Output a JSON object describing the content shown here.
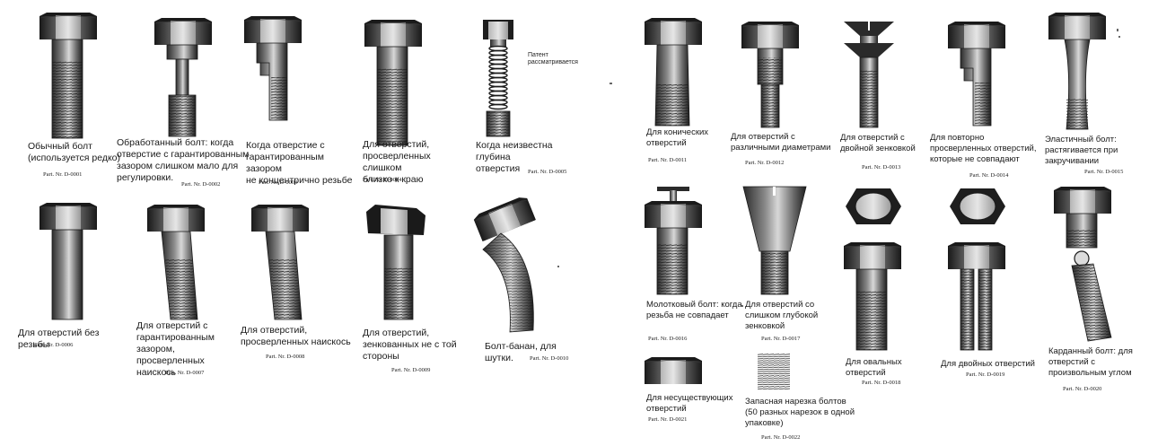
{
  "items": [
    {
      "id": "d0001",
      "art": "std",
      "caption": "Обычный болт\n(используется редко)",
      "part": "Part. Nr. D-0001"
    },
    {
      "id": "d0002",
      "art": "reduced",
      "caption": "Обработанный болт: когда\nотверстие с гарантированным\nзазором слишком мало для\nрегулировки.",
      "part": "Part. Nr. D-0002"
    },
    {
      "id": "d0003",
      "art": "offset",
      "caption": "Когда отверстие с\nгарантированным зазором\nне концентрично резьбе",
      "part": "Part. Nr. D-0003"
    },
    {
      "id": "d0004",
      "art": "std",
      "caption": "Для отверстий,\nпросверленных слишком\nблизко к краю",
      "part": "Part. Nr. D-0004"
    },
    {
      "id": "d0005",
      "art": "spring",
      "caption": "Когда неизвестна глубина\nотверстия",
      "part": "Part. Nr. D-0005",
      "note": "Патент\nрассматривается"
    },
    {
      "id": "d0006",
      "art": "nothread",
      "caption": "Для отверстий без резьбы",
      "part": "Part. Nr. D-0006"
    },
    {
      "id": "d0007",
      "art": "angled",
      "caption": "Для отверстий с\nгарантированным\nзазором, просверленных\nнаискось",
      "part": "Part. Nr. D-0007"
    },
    {
      "id": "d0008",
      "art": "angled",
      "caption": "Для отверстий,\nпросверленных наискось",
      "part": "Part. Nr. D-0008"
    },
    {
      "id": "d0009",
      "art": "tilted",
      "caption": "Для отверстий,\nзенкованных не с той\nстороны",
      "part": "Part. Nr. D-0009"
    },
    {
      "id": "d0010",
      "art": "banana",
      "caption": "Болт-банан, для\nшутки.",
      "part": "Part. Nr. D-0010"
    },
    {
      "id": "d0011",
      "art": "taper",
      "caption": "Для конических\nотверстий",
      "part": "Part. Nr. D-0011"
    },
    {
      "id": "d0012",
      "art": "diameters",
      "caption": "Для отверстий с\nразличными диаметрами",
      "part": "Part. Nr. D-0012"
    },
    {
      "id": "d0013",
      "art": "doublecs",
      "caption": "Для отверстий с\nдвойной зенковкой",
      "part": "Part. Nr. D-0013"
    },
    {
      "id": "d0014",
      "art": "offset",
      "caption": "Для повторно\nпросверленных отверстий,\nкоторые не совпадают",
      "part": "Part. Nr. D-0014"
    },
    {
      "id": "d0015",
      "art": "stretch",
      "caption": "Эластичный болт:\nрастягивается при\nзакручивании",
      "part": "Part. Nr. D-0015"
    },
    {
      "id": "d0016",
      "art": "hammer",
      "caption": "Молотковый болт: когда\nрезьба не совпадает",
      "part": "Part. Nr. D-0016"
    },
    {
      "id": "d0017",
      "art": "funnel",
      "caption": "Для отверстий со\nслишком глубокой\nзенковкой",
      "part": "Part. Nr. D-0017"
    },
    {
      "id": "d0018",
      "art": "oval",
      "caption": "Для овальных\nотверстий",
      "part": "Part. Nr. D-0018"
    },
    {
      "id": "d0019",
      "art": "double",
      "caption": "Для двойных отверстий",
      "part": "Part. Nr. D-0019"
    },
    {
      "id": "d0020",
      "art": "cardan",
      "caption": "Карданный болт: для\nотверстий с\nпроизвольным углом",
      "part": "Part. Nr. D-0020"
    },
    {
      "id": "d0021",
      "art": "headonly",
      "caption": "Для несуществующих\nотверстий",
      "part": "Part. Nr. D-0021"
    },
    {
      "id": "d0022",
      "art": "threadpack",
      "caption": "Запасная нарезка болтов\n(50 разных нарезок в одной\nупаковке)",
      "part": "Part. Nr. D-0022"
    }
  ]
}
